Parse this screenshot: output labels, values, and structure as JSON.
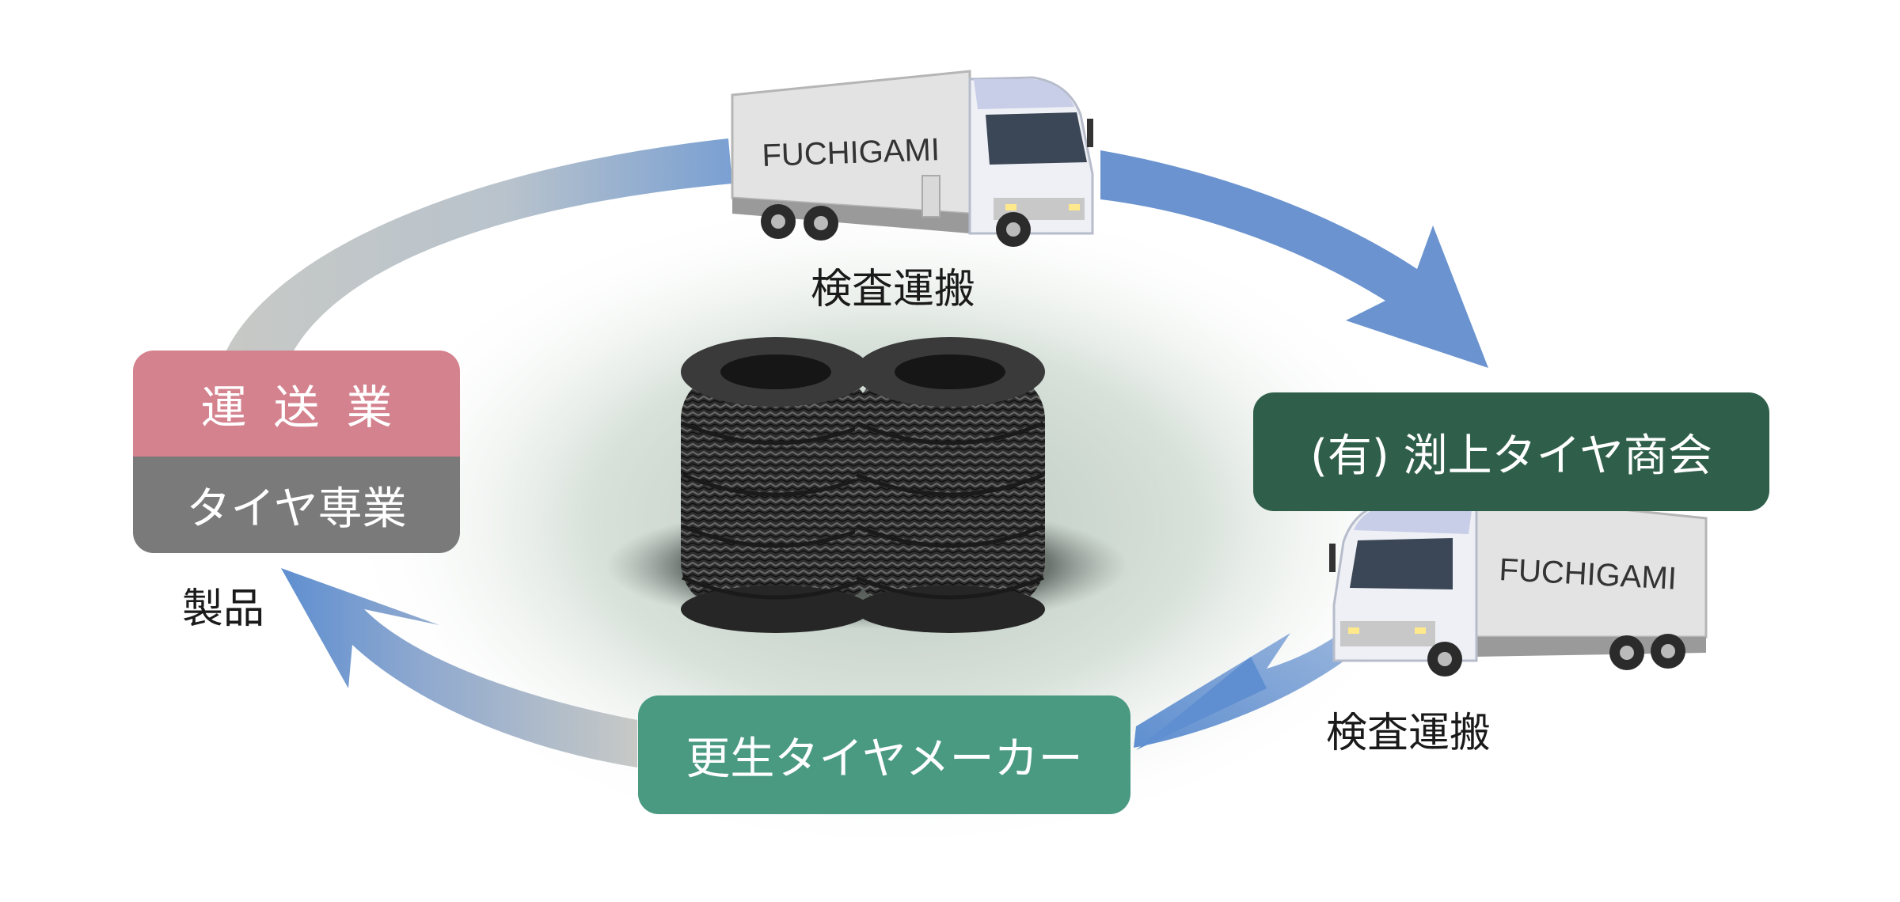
{
  "cycle": {
    "top_step_label": "検査運搬",
    "bottom_step_label": "検査運搬",
    "company_label": "(有) 渕上タイヤ商会",
    "retread_label": "更生タイヤメーカー",
    "client_top_label": "運送業",
    "client_bottom_label": "タイヤ専業",
    "product_label": "製品"
  },
  "trucks": {
    "top_brand": "FUCHIGAMI",
    "bottom_brand": "FUCHIGAMI"
  },
  "colors": {
    "arrow_blue": "#6a93cf",
    "arrow_gray": "#c7c9c6",
    "company_green": "#2f5f4a",
    "retread_green": "#4a9a82",
    "transport_pink": "#d4828e",
    "tire_shop_gray": "#7a7a7a"
  },
  "icons": [
    "tire-stack-icon",
    "truck-icon",
    "cycle-arrow-icon"
  ]
}
